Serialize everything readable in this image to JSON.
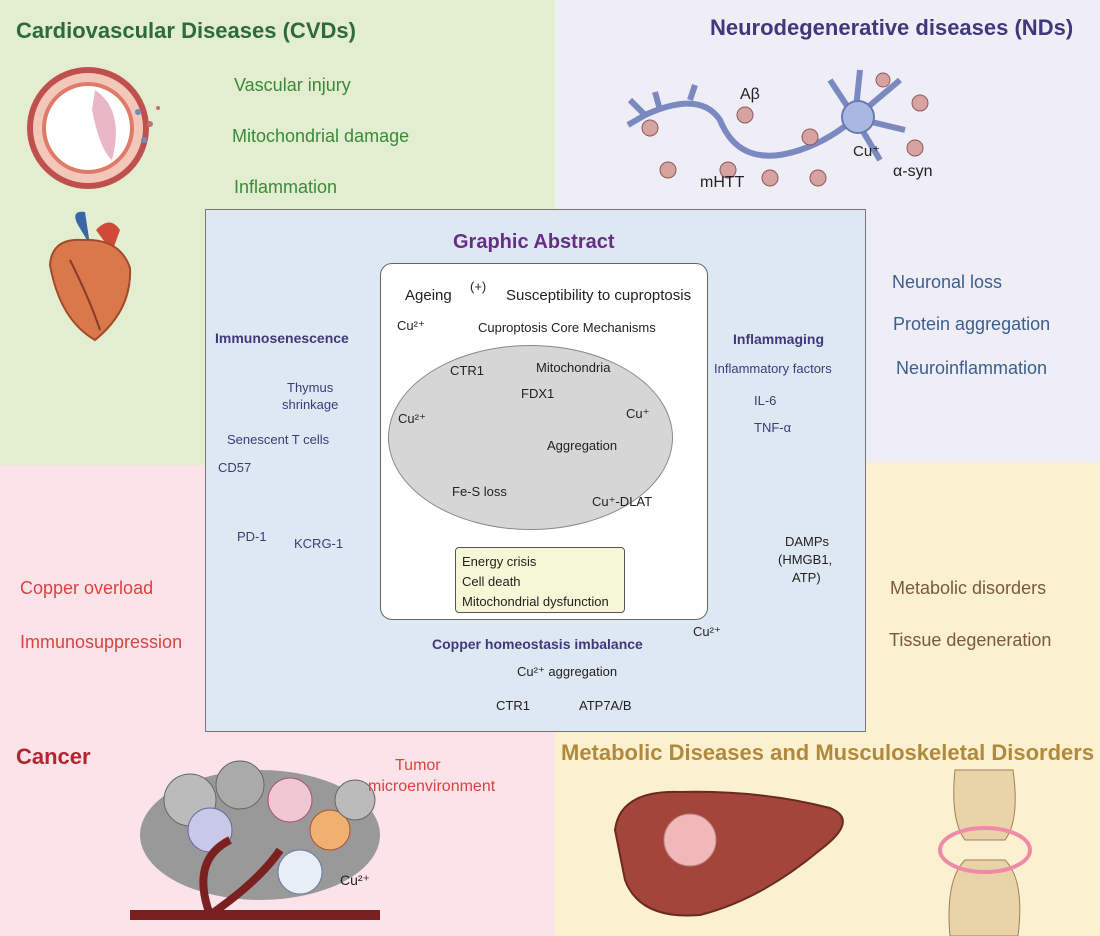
{
  "cvd": {
    "title": "Cardiovascular Diseases (CVDs)",
    "items": [
      "Vascular injury",
      "Mitochondrial damage",
      "Inflammation"
    ]
  },
  "nd": {
    "title": "Neurodegenerative diseases (NDs)",
    "labels": {
      "abeta": "Aβ",
      "cu": "Cu⁺",
      "mhtt": "mHTT",
      "asyn": "α-syn"
    },
    "items": [
      "Neuronal loss",
      "Protein aggregation",
      "Neuroinflammation"
    ]
  },
  "cancer": {
    "title": "Cancer",
    "items": [
      "Copper overload",
      "Immunosuppression"
    ],
    "tumor_label_1": "Tumor",
    "tumor_label_2": "microenvironment",
    "cu_label": "Cu²⁺"
  },
  "meta": {
    "title": "Metabolic Diseases and Musculoskeletal Disorders",
    "items": [
      "Metabolic disorders",
      "Tissue degeneration"
    ]
  },
  "center": {
    "title": "Graphic Abstract",
    "ageing": "Ageing",
    "plus": "(+)",
    "susceptibility": "Susceptibility to cuproptosis",
    "core_title": "Cuproptosis Core Mechanisms",
    "cu2": "Cu²⁺",
    "ctr1": "CTR1",
    "mitochondria": "Mitochondria",
    "fdx1": "FDX1",
    "cu_plus": "Cu⁺",
    "aggregation": "Aggregation",
    "fes_loss": "Fe-S loss",
    "cu_dlat": "Cu⁺-DLAT",
    "crisis": [
      "Energy crisis",
      "Cell death",
      "Mitochondrial dysfunction"
    ],
    "immuno": {
      "title": "Immunosenescence",
      "thymus_1": "Thymus",
      "thymus_2": "shrinkage",
      "senescent": "Senescent T cells",
      "cd57": "CD57",
      "pd1": "PD-1",
      "kcrg1": "KCRG-1"
    },
    "inflamm": {
      "title": "Inflammaging",
      "factors": "Inflammatory factors",
      "il6": "IL-6",
      "tnf": "TNF-α",
      "damps_1": "DAMPs",
      "damps_2": "(HMGB1,",
      "damps_3": "ATP)",
      "cu2": "Cu²⁺"
    },
    "homeostasis": "Copper homeostasis imbalance",
    "cu_aggregation": "Cu²⁺ aggregation",
    "ctr1_bottom": "CTR1",
    "atp7": "ATP7A/B"
  },
  "colors": {
    "cvd_bg": "#e3edcf",
    "nd_bg": "#efedf6",
    "cancer_bg": "#fbe3e9",
    "meta_bg": "#fbf0d0",
    "center_bg": "#dde8f3",
    "title_purple": "#6a2d86",
    "arrow_red": "#b3252f"
  }
}
